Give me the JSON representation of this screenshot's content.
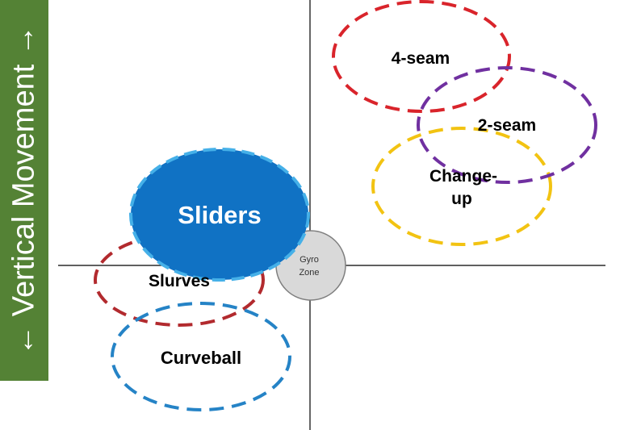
{
  "axis_label": "← Vertical Movement →",
  "colors": {
    "axis_bar": "#548235",
    "four_seam": "#d9242b",
    "two_seam": "#7030a0",
    "changeup": "#f2c312",
    "sliders_fill": "#1072c4",
    "sliders_border": "#45b0e8",
    "slurves": "#b22a2e",
    "curveball": "#2583c6",
    "gyro_fill": "#d9d9d9"
  },
  "zones": {
    "four_seam": "4-seam",
    "two_seam": "2-seam",
    "changeup_line1": "Change-",
    "changeup_line2": "up",
    "sliders": "Sliders",
    "slurves": "Slurves",
    "curveball": "Curveball",
    "gyro_line1": "Gyro",
    "gyro_line2": "Zone"
  }
}
